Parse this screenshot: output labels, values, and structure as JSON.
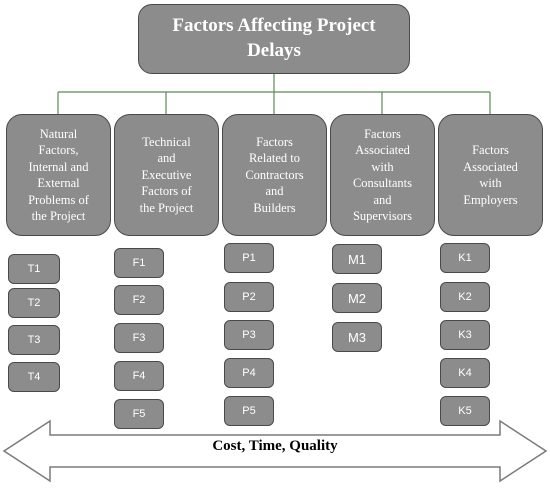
{
  "title": "Factors Affecting Project Delays",
  "categories": [
    {
      "label_lines": [
        "Natural",
        "Factors,",
        "Internal and",
        "External",
        "Problems of",
        "the Project"
      ],
      "items": [
        "T1",
        "T2",
        "T3",
        "T4"
      ]
    },
    {
      "label_lines": [
        "Technical",
        "and",
        "Executive",
        "Factors of",
        "the Project"
      ],
      "items": [
        "F1",
        "F2",
        "F3",
        "F4",
        "F5"
      ]
    },
    {
      "label_lines": [
        "Factors",
        "Related to",
        "Contractors",
        "and",
        "Builders"
      ],
      "items": [
        "P1",
        "P2",
        "P3",
        "P4",
        "P5"
      ]
    },
    {
      "label_lines": [
        "Factors",
        "Associated",
        "with",
        "Consultants",
        "and",
        "Supervisors"
      ],
      "items": [
        "M1",
        "M2",
        "M3"
      ]
    },
    {
      "label_lines": [
        "Factors",
        "Associated",
        "with",
        "Employers"
      ],
      "items": [
        "K1",
        "K2",
        "K3",
        "K4",
        "K5"
      ]
    }
  ],
  "arrow_label": "Cost, Time, Quality",
  "colors": {
    "box_fill": "#8c8c8c",
    "box_border": "#4a4a4a",
    "connector": "#5b8a55"
  }
}
